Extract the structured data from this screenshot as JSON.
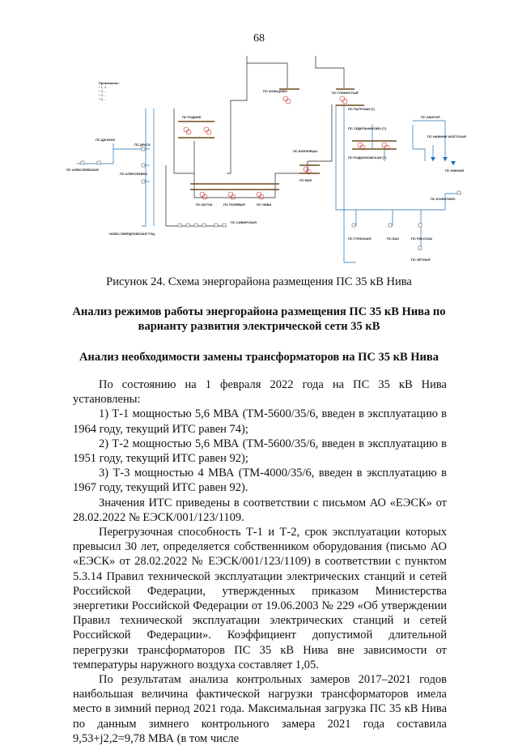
{
  "page_number": "68",
  "figure": {
    "caption": "Рисунок 24. Схема энергорайона размещения ПС 35 кВ Нива",
    "legend_title": "Примечание:",
    "legend_lines": [
      "* 1, 2 ...",
      "* 3 ...",
      "* 4 ...",
      "* 5 ..."
    ],
    "substations": [
      "ПС КОЛЬЦОВО",
      "ПС ГЛИНИСТЫЙ",
      "ПС РОДНИК",
      "ПС ДАЧНАЯ",
      "ПС ДРАГА",
      "ПС АЛЕКСЕЕВСКАЯ",
      "ПС АЛЕКСЕЕВКА",
      "ПС ПАТРУШИ (Т)",
      "ПС СЕДЕЛЬНИКОВО (Т)",
      "ПС РОДИОНОВСКАЯ (Т)",
      "ПС БЛИЗНЕЦЫ",
      "ПС ВИЗ",
      "ПС НИВА",
      "ПС ПОЛЕВАЯ",
      "ПС ИСТОК",
      "ПС АМАТОР",
      "ПС НИЖНИЕ ИСЕТСКАЯ",
      "ПС ЮЖНАЯ",
      "ПС КОЛЮТИНО",
      "ПС СИБИРСКАЯ",
      "НОВО-СВЕРДЛОВСКАЯ ТЭЦ",
      "ПС ГЛУБОКАЯ",
      "ПС БАЗ",
      "ПС РАССОХА",
      "ПС ЛЕТНАЯ"
    ]
  },
  "headings": {
    "analysis_title": "Анализ режимов работы энергорайона размещения ПС 35 кВ Нива по варианту развития электрической сети 35 кВ",
    "replacement_title": "Анализ необходимости замены трансформаторов на ПС 35 кВ Нива"
  },
  "paragraphs": [
    "По состоянию на 1 февраля 2022 года на ПС 35 кВ Нива установлены:",
    "1) Т-1 мощностью 5,6 МВА (ТМ-5600/35/6, введен в эксплуатацию в 1964 году, текущий ИТС равен 74);",
    "2) Т-2 мощностью 5,6 МВА (ТМ-5600/35/6, введен в эксплуатацию в 1951 году, текущий ИТС равен 92);",
    "3) Т-3 мощностью 4 МВА (ТМ-4000/35/6, введен в эксплуатацию в 1967 году, текущий ИТС равен 92).",
    "Значения ИТС приведены в соответствии с письмом АО «ЕЭСК» от 28.02.2022 № ЕЭСК/001/123/1109.",
    "Перегрузочная способность Т-1 и Т-2, срок эксплуатации которых превысил 30 лет, определяется собственником оборудования (письмо АО «ЕЭСК» от 28.02.2022 № ЕЭСК/001/123/1109) в соответствии с пунктом 5.3.14 Правил технической эксплуатации электрических станций и сетей Российской Федерации, утвержденных приказом Министерства энергетики Российской Федерации от 19.06.2003 № 229 «Об утверждении Правил технической эксплуатации электрических станций и сетей Российской Федерации». Коэффициент допустимой длительной перегрузки трансформаторов ПС 35 кВ Нива вне зависимости от температуры наружного воздуха составляет 1,05.",
    "По результатам анализа контрольных замеров 2017–2021 годов наибольшая величина фактической нагрузки трансформаторов имела место в зимний период 2021 года. Максимальная загрузка ПС 35 кВ Нива по данным зимнего контрольного замера 2021 года составила 9,53+j2,2=9,78 МВА (в том числе"
  ],
  "colors": {
    "line_35kv": "#1a6db5",
    "line_110kv": "#222222",
    "bus": "#6b4a1f",
    "transformer": "#cc3333"
  }
}
